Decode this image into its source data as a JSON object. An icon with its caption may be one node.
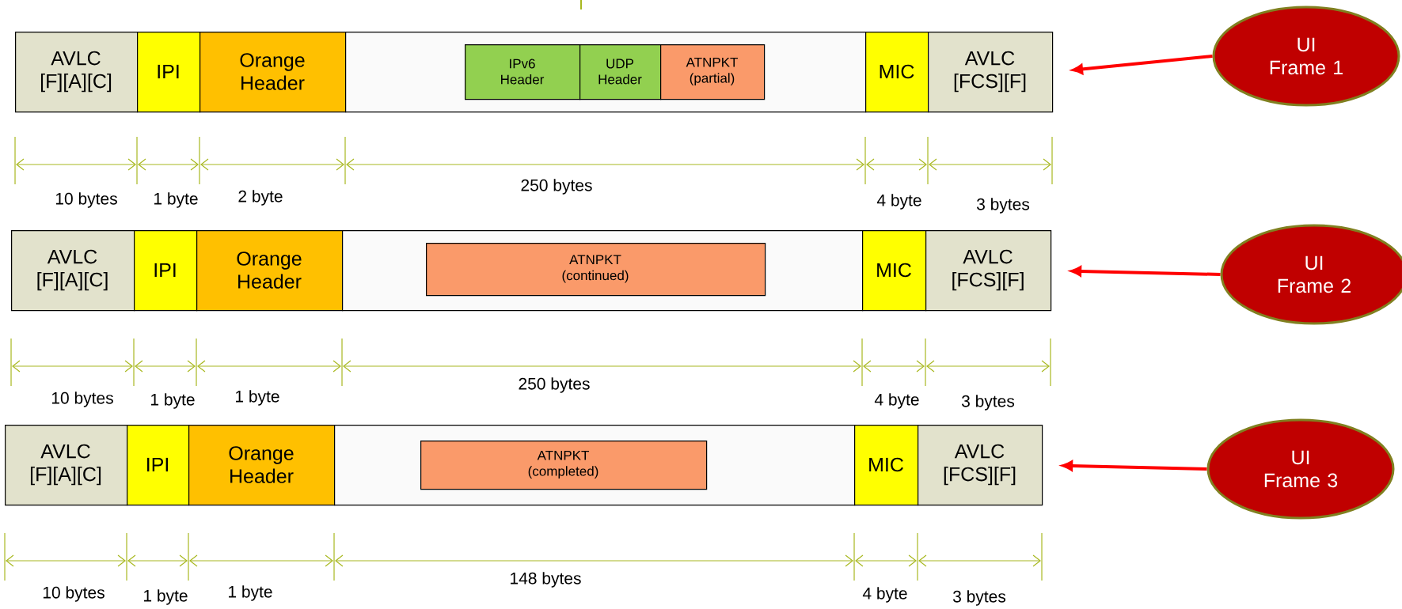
{
  "diagram": {
    "nodes": [
      {
        "text": [
          "AVLC [F][A][C]"
        ]
      },
      {
        "text": [
          "IPI"
        ]
      },
      {
        "text": [
          "Orange Header"
        ]
      },
      {
        "text": [],
        "shape": "box"
      },
      {
        "text": [
          "IPv6 Header"
        ],
        "in": 3
      },
      {
        "text": [
          "UDP Header"
        ],
        "in": 3
      },
      {
        "text": [
          "ATNPKT (partial)"
        ],
        "in": 3
      },
      {
        "text": [
          "MIC"
        ]
      },
      {
        "text": [
          "AVLC [FCS][F]"
        ]
      },
      {
        "text": [
          "UI Frame 1"
        ]
      },
      {
        "text": [
          "AVLC [F][A][C]"
        ]
      },
      {
        "text": [
          "IPI"
        ]
      },
      {
        "text": [
          "Orange Header"
        ]
      },
      {
        "text": [],
        "shape": "box"
      },
      {
        "text": [
          "ATNPKT (continued)"
        ],
        "in": 13
      },
      {
        "text": [
          "MIC"
        ]
      },
      {
        "text": [
          "AVLC [FCS][F]"
        ]
      },
      {
        "text": [
          "UI Frame 2"
        ]
      },
      {
        "text": [
          "AVLC [F][A][C]"
        ]
      },
      {
        "text": [
          "IPI"
        ]
      },
      {
        "text": [
          "Orange Header"
        ]
      },
      {
        "text": [],
        "shape": "box"
      },
      {
        "text": [
          "ATNPKT (completed)"
        ],
        "in": 21
      },
      {
        "text": [
          "MIC"
        ]
      },
      {
        "text": [
          "AVLC [FCS][F]"
        ]
      },
      {
        "text": [
          "UI Frame 3"
        ]
      }
    ],
    "edges": [
      {
        "from": 9,
        "to": 8,
        "arrow": "to"
      },
      {
        "from": 17,
        "to": 16,
        "arrow": "to"
      },
      {
        "from": 25,
        "to": 24,
        "arrow": "to"
      }
    ],
    "labels": [
      "10 bytes",
      "1 byte",
      "2 byte",
      "250 bytes",
      "4 byte",
      "3 bytes",
      "10 bytes",
      "1 byte",
      "1 byte",
      "250 bytes",
      "4 byte",
      "3 bytes",
      "10 bytes",
      "1 byte",
      "1 byte",
      "148 bytes",
      "4 byte",
      "3 bytes"
    ]
  }
}
